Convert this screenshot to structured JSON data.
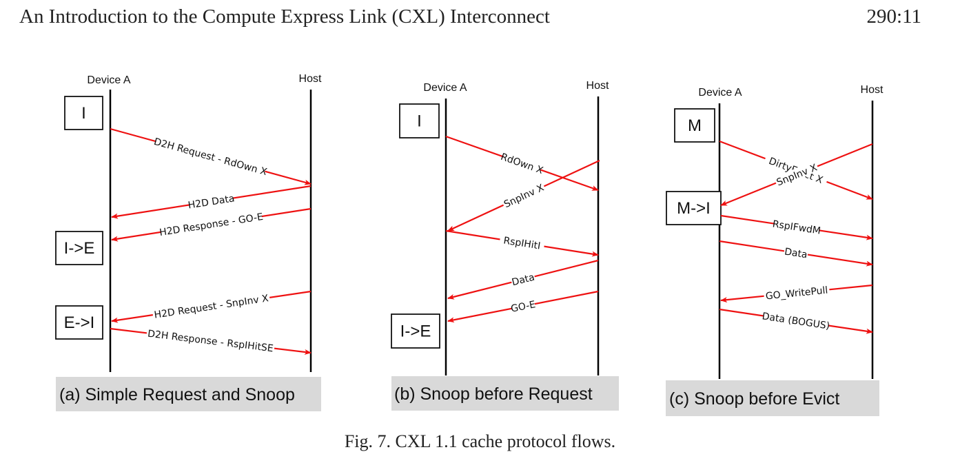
{
  "header": {
    "running_title": "An Introduction to the Compute Express Link (CXL) Interconnect",
    "page_number": "290:11"
  },
  "figure": {
    "caption": "Fig. 7.  CXL 1.1 cache protocol flows.",
    "colors": {
      "arrow": "#ee1111",
      "lifeline": "#000000",
      "caption_bg": "#d9d9d9"
    },
    "panels": [
      {
        "id": "a",
        "caption": "(a) Simple Request and Snoop",
        "left_label": "Device A",
        "right_label": "Host",
        "states": [
          "I",
          "I->E",
          "E->I"
        ],
        "messages": [
          {
            "label": "D2H Request - RdOwn X",
            "direction": "device-to-host"
          },
          {
            "label": "H2D Data",
            "direction": "host-to-device"
          },
          {
            "label": "H2D Response - GO-E",
            "direction": "host-to-device"
          },
          {
            "label": "H2D Request - SnpInv X",
            "direction": "host-to-device"
          },
          {
            "label": "D2H Response - RspIHitSE",
            "direction": "device-to-host"
          }
        ]
      },
      {
        "id": "b",
        "caption": "(b) Snoop before Request",
        "left_label": "Device A",
        "right_label": "Host",
        "states": [
          "I",
          "I->E"
        ],
        "messages": [
          {
            "label": "RdOwn X",
            "direction": "device-to-host"
          },
          {
            "label": "SnpInv X",
            "direction": "host-to-device"
          },
          {
            "label": "RspIHitI",
            "direction": "device-to-host"
          },
          {
            "label": "Data",
            "direction": "host-to-device"
          },
          {
            "label": "GO-E",
            "direction": "host-to-device"
          }
        ]
      },
      {
        "id": "c",
        "caption": "(c) Snoop before Evict",
        "left_label": "Device A",
        "right_label": "Host",
        "states": [
          "M",
          "M->I"
        ],
        "messages": [
          {
            "label": "DirtyEvict X",
            "direction": "device-to-host"
          },
          {
            "label": "SnpInv X",
            "direction": "host-to-device"
          },
          {
            "label": "RspIFwdM",
            "direction": "device-to-host"
          },
          {
            "label": "Data",
            "direction": "device-to-host"
          },
          {
            "label": "GO_WritePull",
            "direction": "host-to-device"
          },
          {
            "label": "Data (BOGUS)",
            "direction": "device-to-host"
          }
        ]
      }
    ]
  }
}
